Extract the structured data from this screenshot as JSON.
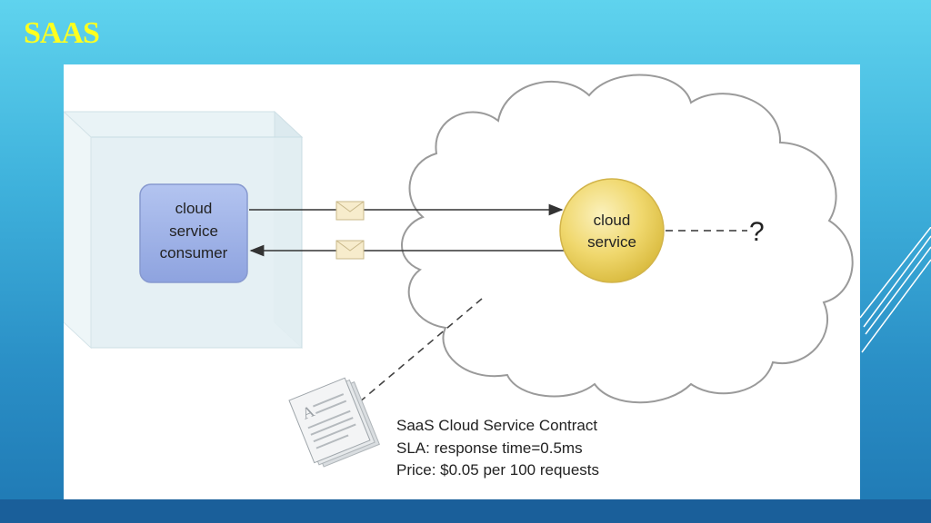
{
  "slide": {
    "title": "SAAS"
  },
  "diagram": {
    "consumer_lines": [
      "cloud",
      "service",
      "consumer"
    ],
    "service_lines": [
      "cloud",
      "service"
    ],
    "unknown_mark": "?",
    "contract_lines": [
      "SaaS Cloud Service Contract",
      "SLA: response time=0.5ms",
      "Price: $0.05 per 100 requests"
    ]
  },
  "colors": {
    "title": "#ffff1f",
    "consumer_box": "#9fb4ea",
    "service_circle": "#f2dc79"
  },
  "icons": [
    "envelope-icon",
    "envelope-icon",
    "document-icon"
  ]
}
